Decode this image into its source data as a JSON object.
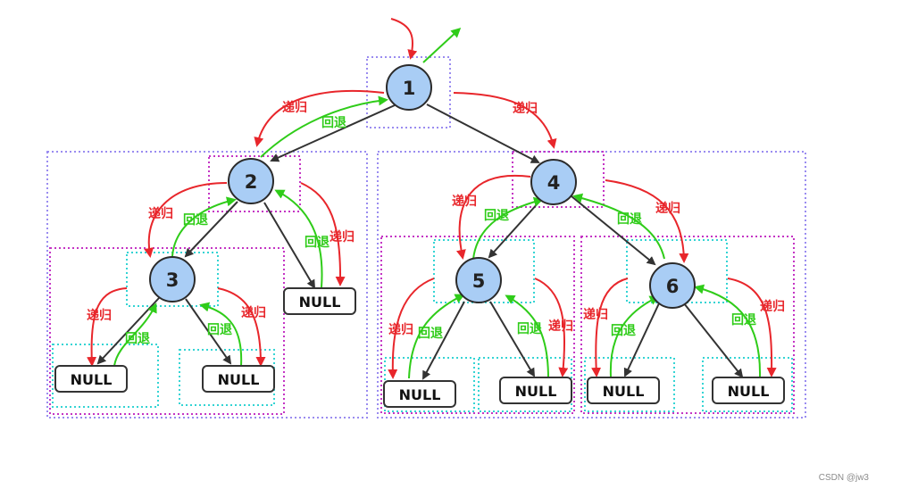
{
  "nodes": {
    "n1": "1",
    "n2": "2",
    "n3": "3",
    "n4": "4",
    "n5": "5",
    "n6": "6"
  },
  "null_label": "NULL",
  "labels": {
    "recurse": "递归",
    "backtrack": "回退"
  },
  "colors": {
    "node_fill": "#a9cdf5",
    "node_stroke": "#2b2b2b",
    "recurse": "#e8262b",
    "backtrack": "#2fcc19",
    "box_purple": "#9a8cf0",
    "box_magenta": "#c434c4",
    "box_cyan": "#34d4d4"
  },
  "watermark": "CSDN @jw3"
}
